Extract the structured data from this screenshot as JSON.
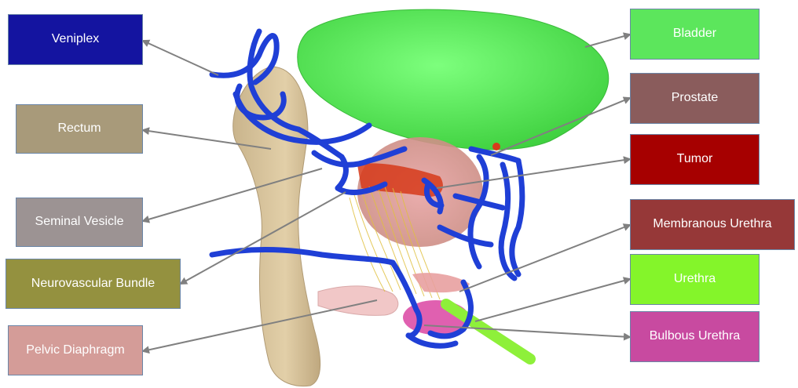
{
  "labels": {
    "veniplex": "Veniplex",
    "rectum": "Rectum",
    "seminal_vesicle": "Seminal Vesicle",
    "neurovascular_bundle": "Neurovascular Bundle",
    "pelvic_diaphragm": "Pelvic Diaphragm",
    "bladder": "Bladder",
    "prostate": "Prostate",
    "tumor": "Tumor",
    "membranous_urethra": "Membranous Urethra",
    "urethra": "Urethra",
    "bulbous_urethra": "Bulbous Urethra"
  },
  "colors": {
    "veniplex": "#1414a0",
    "rectum": "#a89a7a",
    "seminal_vesicle": "#9c9393",
    "neurovascular_bundle": "#94913f",
    "pelvic_diaphragm": "#d49c98",
    "bladder": "#5ce65c",
    "prostate": "#8a5c5c",
    "tumor": "#a60000",
    "membranous_urethra": "#963838",
    "urethra": "#84f52a",
    "bulbous_urethra": "#c84aa0",
    "arrow": "#808080",
    "vein": "#1f3fd6"
  }
}
